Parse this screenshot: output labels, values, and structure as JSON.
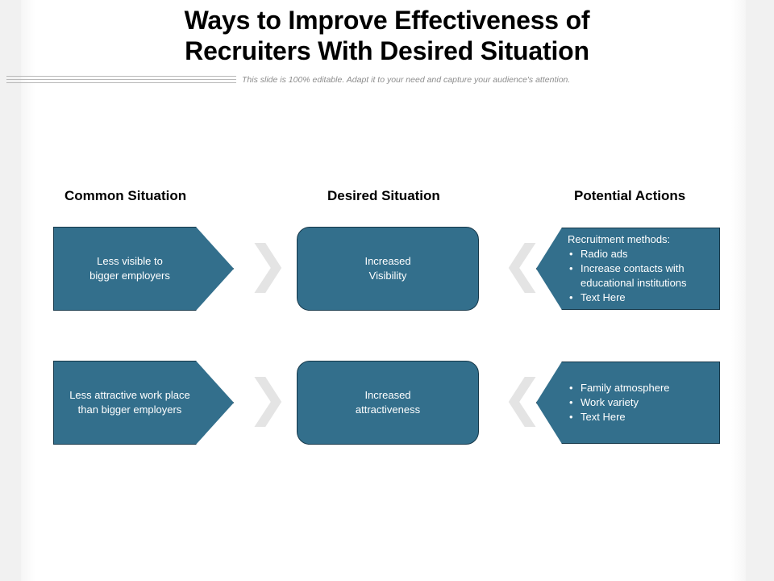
{
  "slide": {
    "title_line1": "Ways to Improve Effectiveness of",
    "title_line2": "Recruiters With Desired Situation",
    "subtitle": "This slide is 100% editable. Adapt it to your need and capture your audience's attention.",
    "accent_color": "#336f8c",
    "shape_border_color": "#16384a",
    "shape_text_color": "#ffffff",
    "separator_color": "#e4e4e4",
    "rule_color": "#b9b9b9"
  },
  "columns": [
    {
      "heading": "Common Situation"
    },
    {
      "heading": "Desired Situation"
    },
    {
      "heading": "Potential Actions"
    }
  ],
  "separators": {
    "right_chevron": "❯",
    "left_chevron": "❮"
  },
  "rows": [
    {
      "common_situation": "Less visible to\nbigger employers",
      "common_situation_line1": "Less visible to",
      "common_situation_line2": "bigger employers",
      "desired_situation_line1": "Increased",
      "desired_situation_line2": "Visibility",
      "potential_actions_lead": "Recruitment methods:",
      "potential_actions_bullets": [
        "Radio ads",
        "Increase contacts with educational institutions",
        "Text Here"
      ]
    },
    {
      "common_situation_line1": "Less attractive work place",
      "common_situation_line2": "than bigger employers",
      "desired_situation_line1": "Increased",
      "desired_situation_line2": "attractiveness",
      "potential_actions_lead": "",
      "potential_actions_bullets": [
        "Family atmosphere",
        "Work variety",
        "Text Here"
      ]
    }
  ]
}
